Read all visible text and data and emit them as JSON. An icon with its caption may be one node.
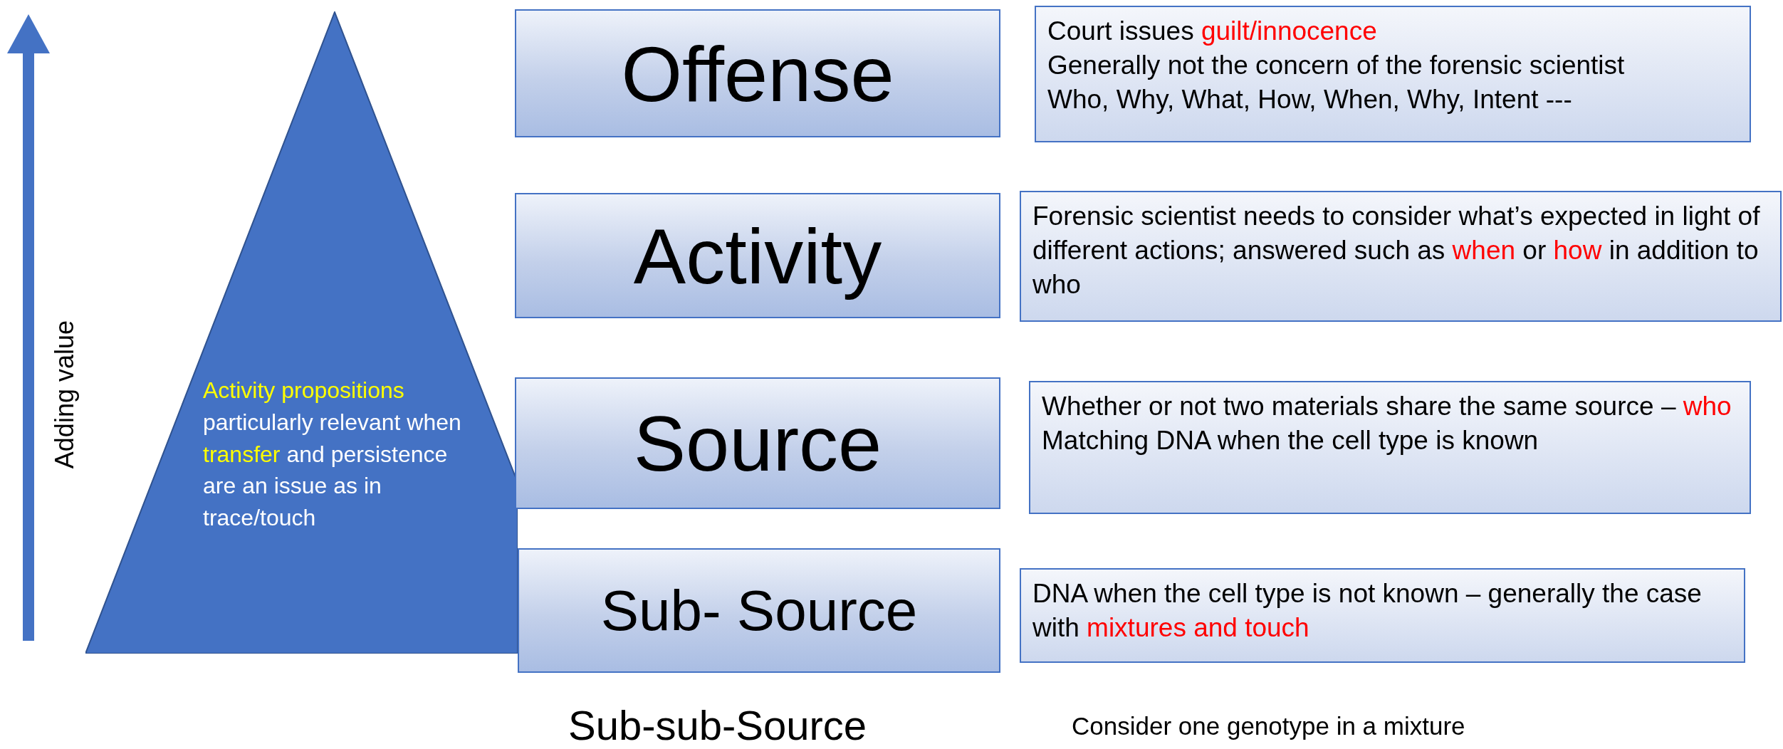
{
  "diagram": {
    "nodes": [
      {
        "text": [
          "**Activity propositions** particularly relevant when **transfer** and persistence are an issue as in trace/touch"
        ]
      },
      {
        "text": [
          "Offense"
        ]
      },
      {
        "text": [
          "Court issues **guilt/innocence**",
          "Generally not the concern of the forensic scientist",
          "Who, Why, What, How, When, Why, Intent ---"
        ]
      },
      {
        "text": [
          "Activity"
        ]
      },
      {
        "text": [
          "Forensic scientist needs to consider what’s expected in light of different actions; answered such as **when** or **how** in addition to who"
        ]
      },
      {
        "text": [
          "Source"
        ]
      },
      {
        "text": [
          "Whether or not two materials share the same source – **who** Matching DNA when the cell type is known"
        ]
      },
      {
        "text": [
          "Sub- Source"
        ]
      },
      {
        "text": [
          "DNA when the cell type is not known – generally the case with **mixtures and touch**"
        ]
      }
    ],
    "labels": [
      "Adding value",
      "Sub-sub-Source",
      "Consider one genotype in a mixture"
    ]
  }
}
